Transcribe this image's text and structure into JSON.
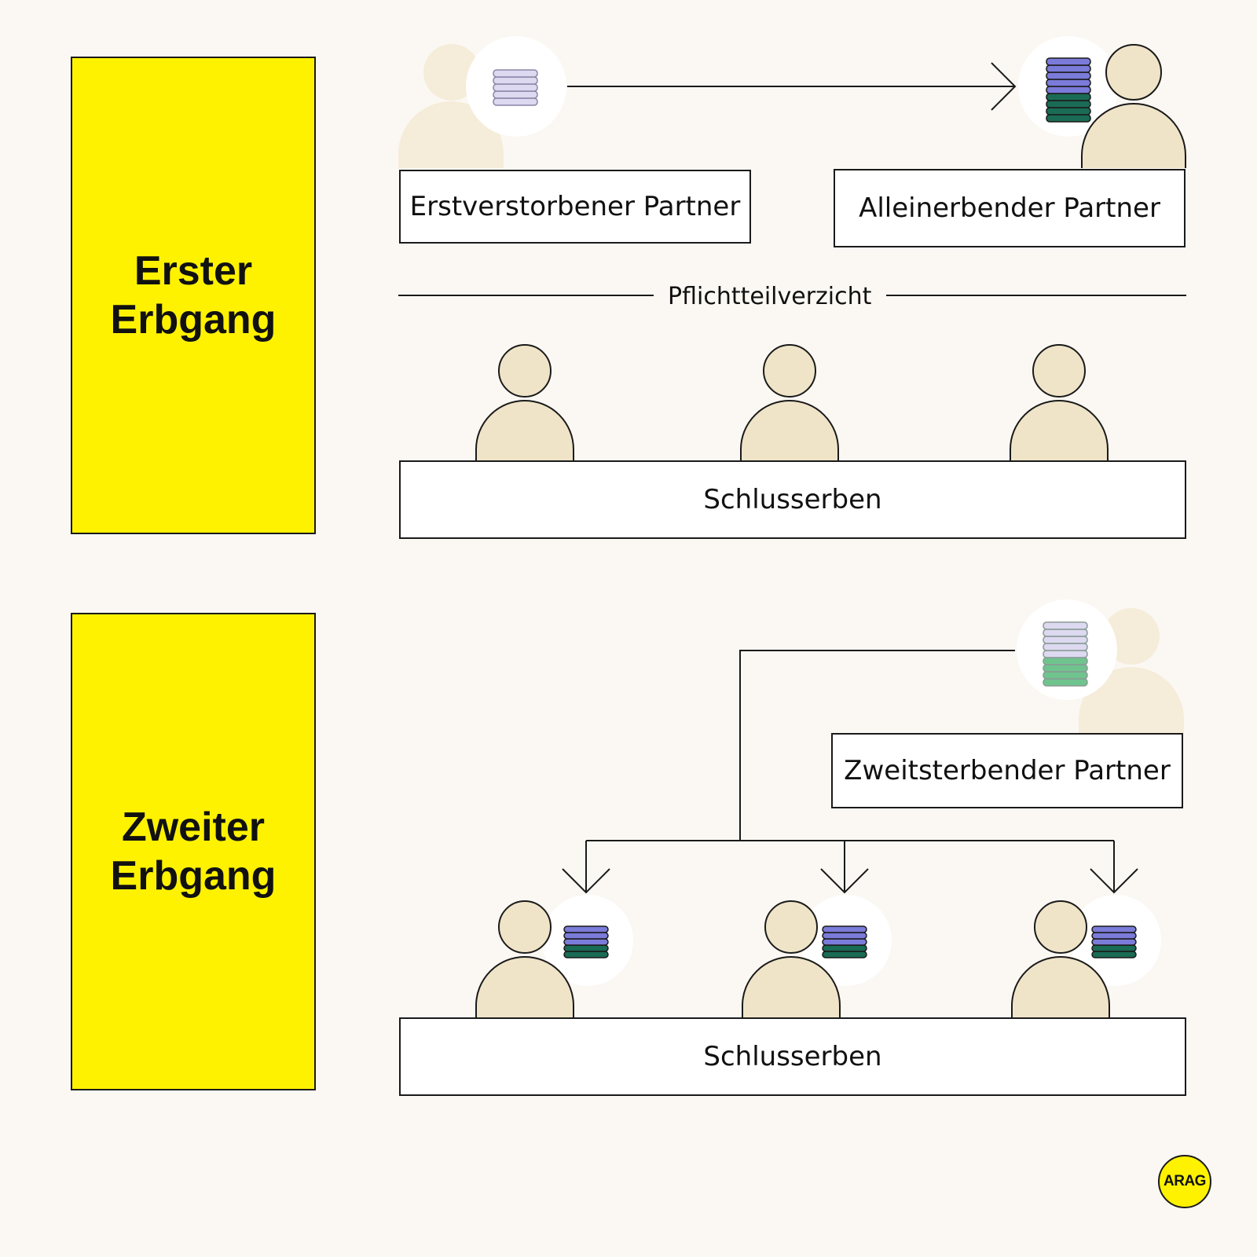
{
  "first_round": {
    "title_line1": "Erster",
    "title_line2": "Erbgang",
    "deceased_label": "Erstverstorbener Partner",
    "sole_heir_label": "Alleinerbender Partner",
    "waiver_label": "Pflichtteilverzicht",
    "final_heirs_label": "Schlusserben"
  },
  "second_round": {
    "title_line1": "Zweiter",
    "title_line2": "Erbgang",
    "second_deceased_label": "Zweitsterbender Partner",
    "final_heirs_label": "Schlusserben"
  },
  "logo": {
    "text": "ARAG"
  },
  "colors": {
    "background": "#fbf8f3",
    "highlight": "#fff200",
    "person": "#efe4c8",
    "person_faded": "#f5ecd9",
    "coin_blue": "#7b7bd9",
    "coin_green": "#1a6b55",
    "coin_lavender": "#dcd9f0",
    "coin_mint": "#6fc48e"
  }
}
